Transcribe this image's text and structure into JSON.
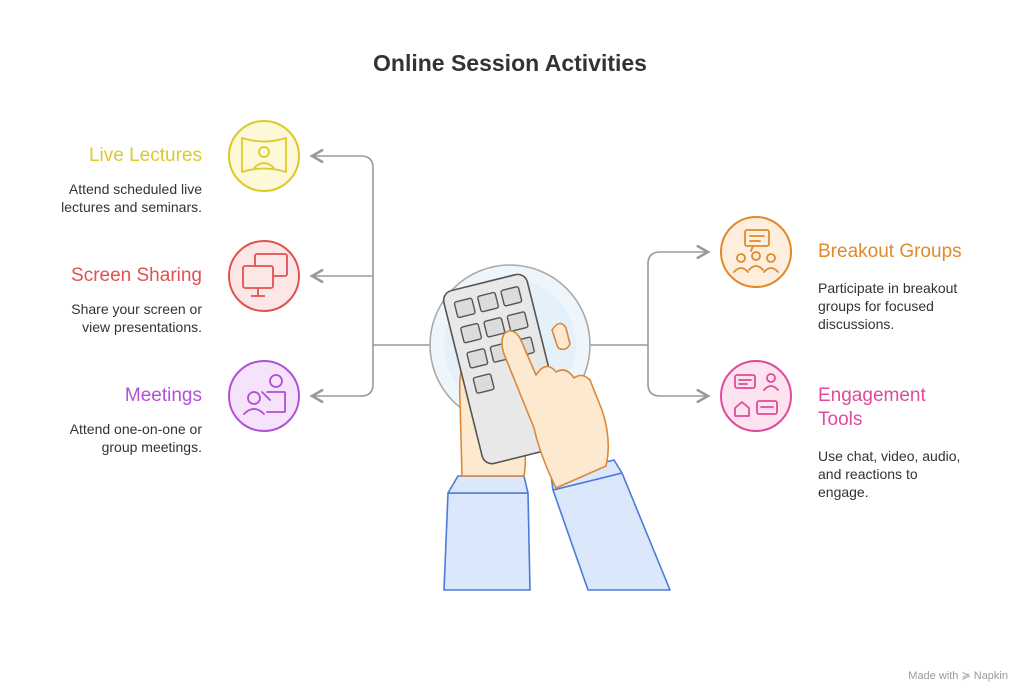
{
  "title": "Online Session Activities",
  "items": {
    "live_lectures": {
      "title": "Live Lectures",
      "desc": "Attend scheduled live\nlectures and seminars.",
      "color": "#dcc92a",
      "icon": "projector-screen-icon"
    },
    "screen_sharing": {
      "title": "Screen Sharing",
      "desc": "Share your screen or\nview presentations.",
      "color": "#e05252",
      "icon": "monitors-icon"
    },
    "meetings": {
      "title": "Meetings",
      "desc": "Attend one-on-one or\ngroup meetings.",
      "color": "#b24fd6",
      "icon": "people-meeting-icon"
    },
    "breakout_groups": {
      "title": "Breakout Groups",
      "desc": "Participate in breakout\ngroups for focused\ndiscussions.",
      "color": "#e08a2c",
      "icon": "group-chat-icon"
    },
    "engagement_tools": {
      "title": "Engagement\nTools",
      "desc": "Use chat, video, audio,\nand reactions to\nengage.",
      "color": "#e04a9a",
      "icon": "chat-tools-icon"
    }
  },
  "watermark": "Made with ≽ Napkin"
}
